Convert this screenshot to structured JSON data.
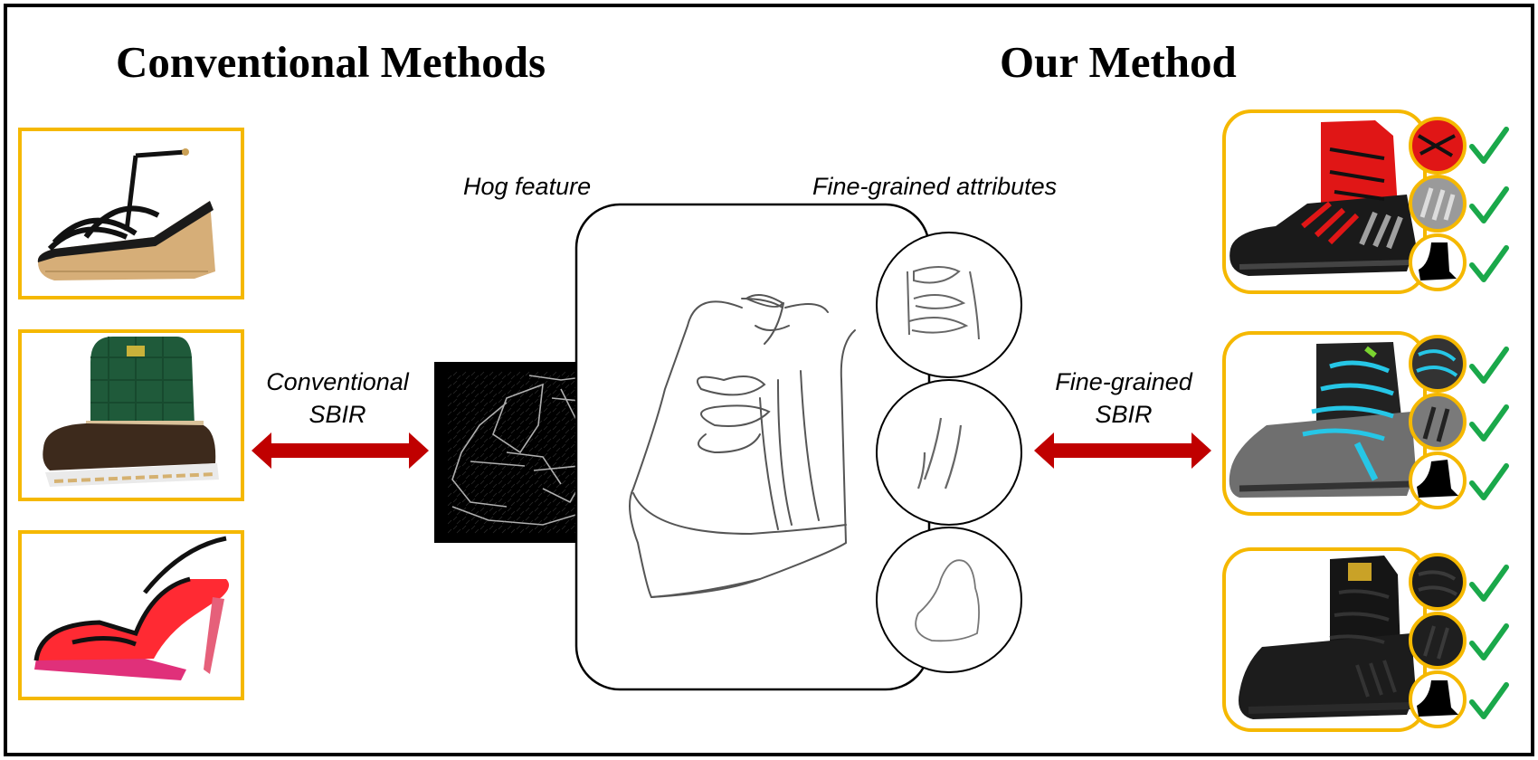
{
  "titles": {
    "left": "Conventional Methods",
    "right": "Our Method"
  },
  "labels": {
    "hog": "Hog feature",
    "attributes": "Fine-grained attributes",
    "conventional_line1": "Conventional",
    "conventional_line2": "SBIR",
    "finegrained_line1": "Fine-grained",
    "finegrained_line2": "SBIR"
  },
  "left_candidates": [
    {
      "icon": "wedge-sandal-photo"
    },
    {
      "icon": "green-duck-boot-photo"
    },
    {
      "icon": "red-slingback-heel-photo"
    }
  ],
  "attribute_sketches": [
    {
      "icon": "laces-sketch-crop"
    },
    {
      "icon": "stripes-sketch-crop"
    },
    {
      "icon": "heel-shape-sketch-crop"
    }
  ],
  "right_candidates": [
    {
      "icon": "red-hiking-boot-photo",
      "checks": [
        "check-icon",
        "check-icon",
        "check-icon"
      ]
    },
    {
      "icon": "blue-lace-boot-photo",
      "checks": [
        "check-icon",
        "check-icon",
        "check-icon"
      ]
    },
    {
      "icon": "black-high-top-photo",
      "checks": [
        "check-icon",
        "check-icon",
        "check-icon"
      ]
    }
  ],
  "colors": {
    "frame": "#f5b800",
    "arrow": "#c00000",
    "check": "#1aa84a",
    "border": "#000000"
  }
}
